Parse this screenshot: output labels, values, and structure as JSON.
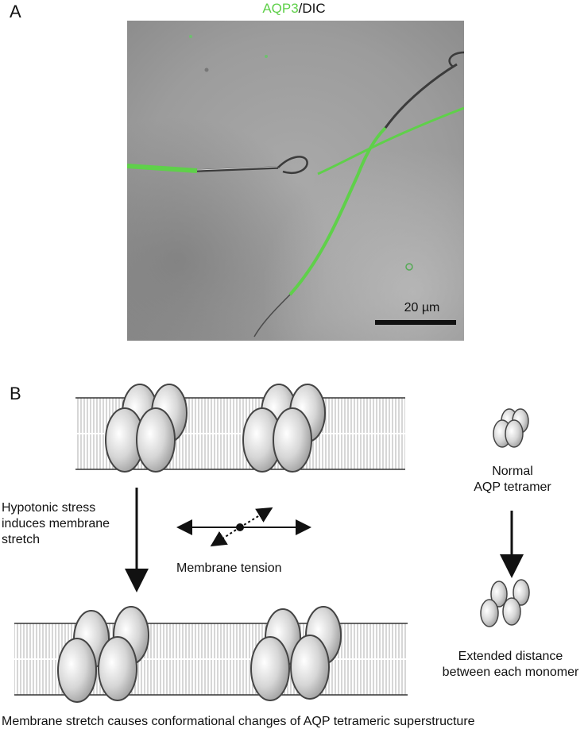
{
  "panel_a": {
    "letter": "A",
    "title_green": "AQP3",
    "title_rest": "/DIC",
    "scalebar_label": "20 µm"
  },
  "panel_b": {
    "letter": "B",
    "stress_text_lines": [
      "Hypotonic stress",
      "induces membrane",
      "stretch"
    ],
    "tension_label": "Membrane tension",
    "normal_label_lines": [
      "Normal",
      "AQP tetramer"
    ],
    "extended_label_lines": [
      "Extended distance",
      "between each monomer"
    ],
    "caption": "Membrane stretch causes conformational changes of AQP tetrameric superstructure"
  },
  "colors": {
    "green_fluorescence": "#5fd04a",
    "membrane_line": "#333333",
    "monomer_fill": "#cfcfcf"
  }
}
